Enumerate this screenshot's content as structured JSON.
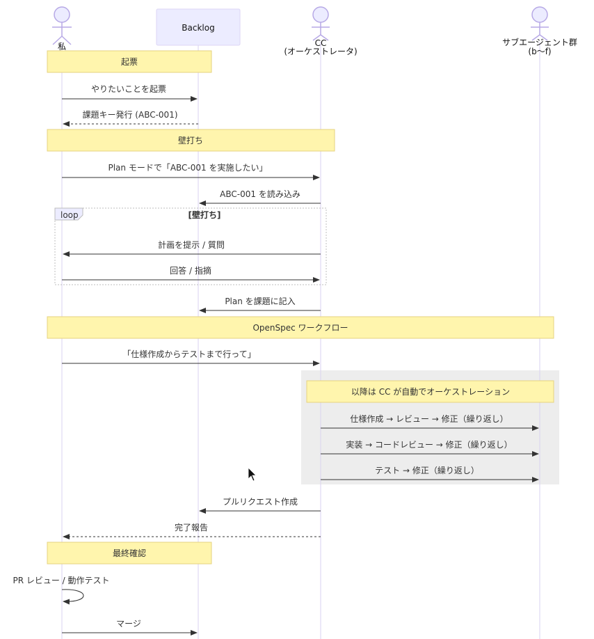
{
  "colors": {
    "lifeline": "#d9d2f0",
    "actor_fill": "#ececff",
    "actor_stroke": "#b7a9e6",
    "note_fill": "#fff5ad",
    "note_stroke": "#e6d280",
    "rect_fill": "#ededed",
    "line": "#333333"
  },
  "participants": {
    "me": {
      "label": "私",
      "kind": "actor"
    },
    "backlog": {
      "label": "Backlog",
      "kind": "box"
    },
    "cc": {
      "label": "CC",
      "sublabel": "(オーケストレータ)",
      "kind": "actor"
    },
    "sub": {
      "label": "サブエージェント群",
      "sublabel": "(b〜f)",
      "kind": "actor"
    }
  },
  "notes": {
    "n1": "起票",
    "n2": "壁打ち",
    "n3": "OpenSpec ワークフロー",
    "n4": "以降は CC が自動でオーケストレーション",
    "n5": "最終確認"
  },
  "loop": {
    "keyword": "loop",
    "condition": "[壁打ち]"
  },
  "messages": {
    "m1": "やりたいことを起票",
    "m2": "課題キー発行 (ABC-001)",
    "m3": "Plan モードで「ABC-001 を実施したい」",
    "m4": "ABC-001 を読み込み",
    "m5": "計画を提示 / 質問",
    "m6": "回答 / 指摘",
    "m7": "Plan を課題に記入",
    "m8": "「仕様作成からテストまで行って」",
    "m9": "仕様作成 → レビュー → 修正（繰り返し）",
    "m10": "実装 → コードレビュー → 修正（繰り返し）",
    "m11": "テスト → 修正（繰り返し）",
    "m12": "プルリクエスト作成",
    "m13": "完了報告",
    "m14": "PR レビュー / 動作テスト",
    "m15": "マージ"
  }
}
